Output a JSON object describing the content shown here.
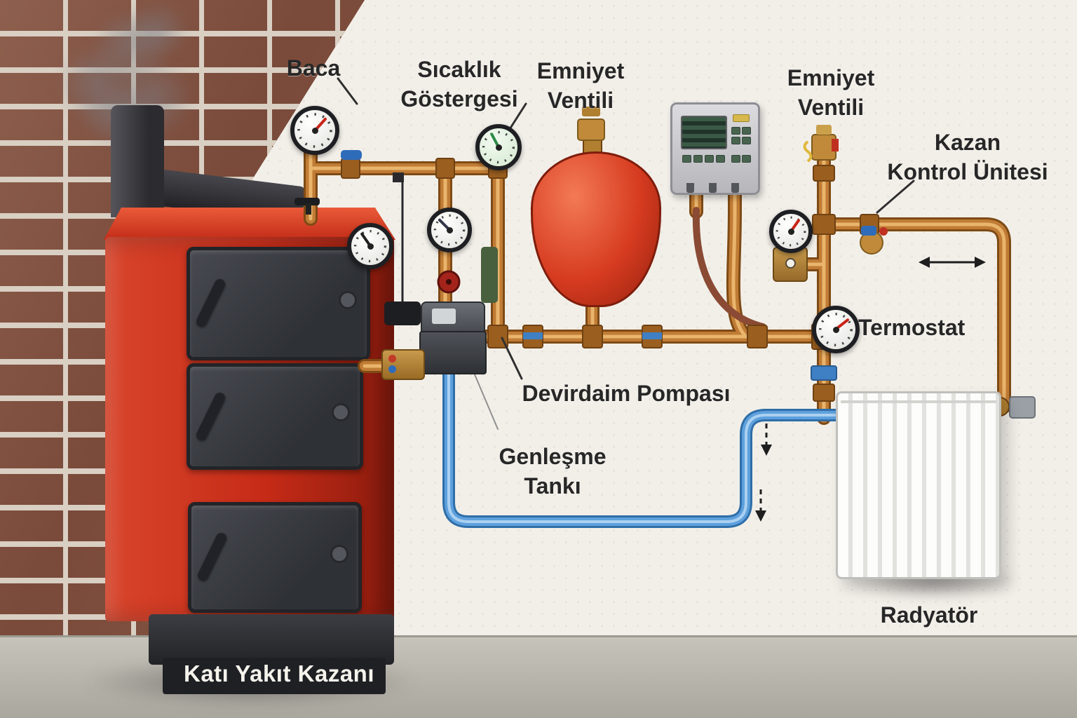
{
  "scene": {
    "description": "Solid fuel boiler heating system diagram",
    "colors": {
      "boiler_red": "#c8301f",
      "door_gray": "#35383d",
      "pipe_copper": "#c07c35",
      "pipe_blue": "#4f97d8",
      "tank_red": "#d64a2e",
      "wall_plaster": "#f2efe9",
      "wall_brick": "#9c6a58",
      "floor_concrete": "#b7b4ab",
      "label_text": "#272727"
    }
  },
  "labels": {
    "baca": "Baca",
    "sicaklik_line1": "Sıcaklık",
    "sicaklik_line2": "Göstergesi",
    "emniyet_left_line1": "Emniyet",
    "emniyet_left_line2": "Ventili",
    "emniyet_right_line1": "Emniyet",
    "emniyet_right_line2": "Ventili",
    "kontrol_line1": "Kazan",
    "kontrol_line2": "Kontrol Ünitesi",
    "termostat": "Termostat",
    "devirdaim": "Devirdaim Pompası",
    "genlesme_line1": "Genleşme",
    "genlesme_line2": "Tankı",
    "radyator": "Radyatör",
    "boiler_plate": "Katı Yakıt Kazanı"
  }
}
